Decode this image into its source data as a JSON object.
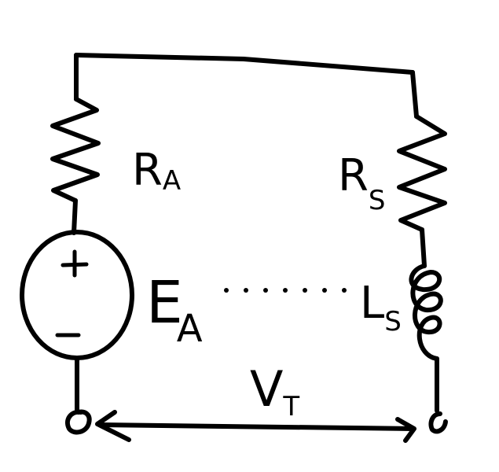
{
  "diagram": {
    "resistor_a": {
      "symbol": "R",
      "subscript": "A"
    },
    "resistor_s": {
      "symbol": "R",
      "subscript": "S"
    },
    "source": {
      "symbol": "E",
      "subscript": "A",
      "plus": "+",
      "minus": "−"
    },
    "inductor": {
      "symbol": "L",
      "subscript": "S"
    },
    "terminal_voltage": {
      "symbol": "V",
      "subscript": "T"
    }
  }
}
